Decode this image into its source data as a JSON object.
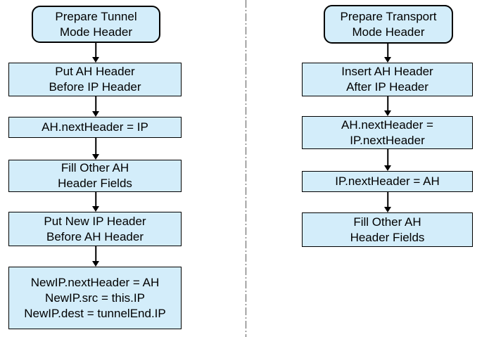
{
  "diagram": {
    "colors": {
      "node_fill": "#d3edfa",
      "node_border": "#000000",
      "arrow": "#000000",
      "divider": "#7f7f7f",
      "background": "#ffffff"
    },
    "left_flow": {
      "nodes": [
        {
          "shape": "rounded",
          "lines": [
            "Prepare Tunnel",
            "Mode Header"
          ]
        },
        {
          "shape": "rect",
          "lines": [
            "Put AH Header",
            "Before IP Header"
          ]
        },
        {
          "shape": "rect",
          "lines": [
            "AH.nextHeader = IP"
          ]
        },
        {
          "shape": "rect",
          "lines": [
            "Fill Other AH",
            "Header Fields"
          ]
        },
        {
          "shape": "rect",
          "lines": [
            "Put New IP Header",
            "Before AH Header"
          ]
        },
        {
          "shape": "rect",
          "lines": [
            "NewIP.nextHeader = AH",
            "NewIP.src = this.IP",
            "NewIP.dest = tunnelEnd.IP"
          ]
        }
      ]
    },
    "right_flow": {
      "nodes": [
        {
          "shape": "rounded",
          "lines": [
            "Prepare Transport",
            "Mode Header"
          ]
        },
        {
          "shape": "rect",
          "lines": [
            "Insert AH Header",
            "After IP Header"
          ]
        },
        {
          "shape": "rect",
          "lines": [
            "AH.nextHeader =",
            "IP.nextHeader"
          ]
        },
        {
          "shape": "rect",
          "lines": [
            "IP.nextHeader = AH"
          ]
        },
        {
          "shape": "rect",
          "lines": [
            "Fill Other AH",
            "Header Fields"
          ]
        }
      ]
    }
  }
}
